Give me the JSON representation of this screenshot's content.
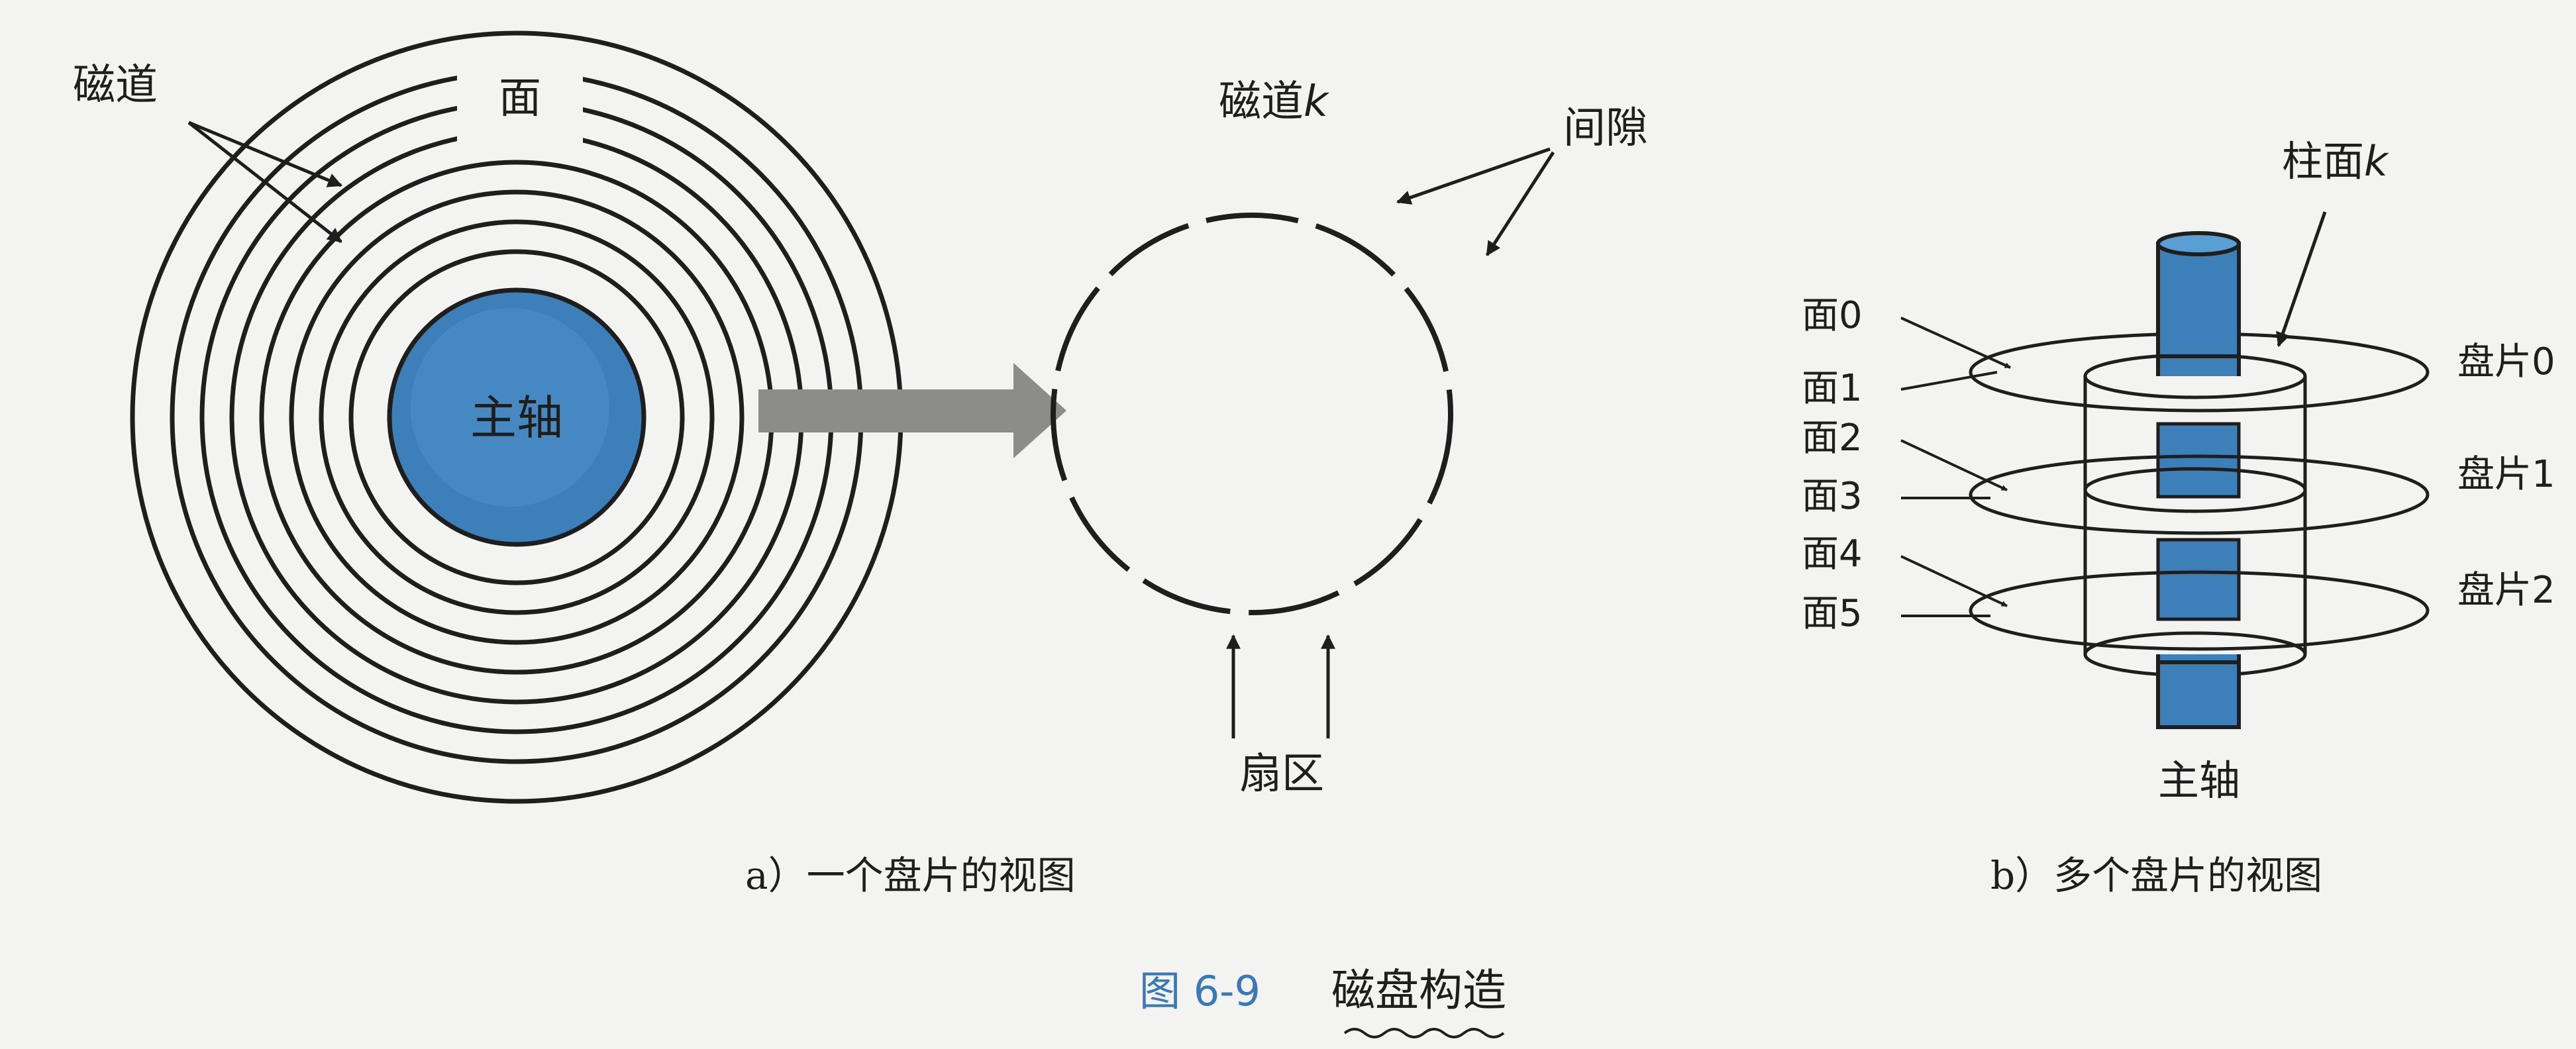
{
  "panel_a": {
    "track_label": "磁道",
    "surface_label": "面",
    "spindle_label": "主轴",
    "caption": "a）一个盘片的视图"
  },
  "track_detail": {
    "track_label_main": "磁道",
    "track_label_var": "k",
    "gap_label": "间隙",
    "sector_label": "扇区"
  },
  "panel_b": {
    "cylinder_label_main": "柱面",
    "cylinder_label_var": "k",
    "surfaces": [
      "面0",
      "面1",
      "面2",
      "面3",
      "面4",
      "面5"
    ],
    "platters": [
      "盘片0",
      "盘片1",
      "盘片2"
    ],
    "spindle_label": "主轴",
    "caption": "b）多个盘片的视图"
  },
  "figure": {
    "number": "图 6-9",
    "title": "磁盘构造"
  },
  "colors": {
    "spindle": "#3d7fb8",
    "spindle_light": "#5a9fd3",
    "line": "#1e1e1e",
    "arrow": "#8c8c88",
    "figure_label": "#3a78b8"
  }
}
